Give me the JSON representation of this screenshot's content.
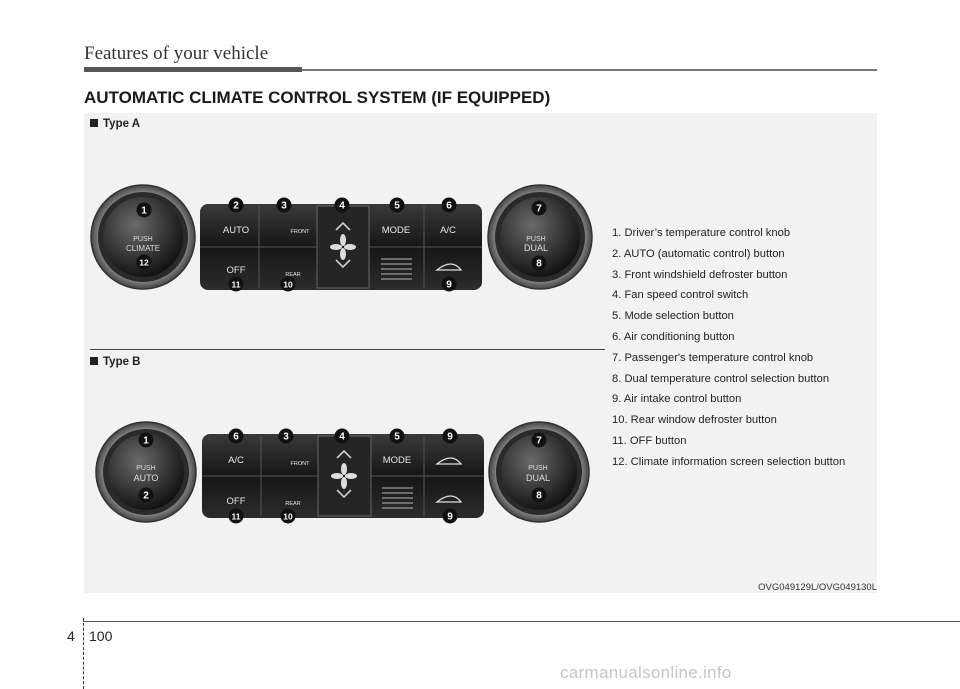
{
  "header": {
    "section": "Features of your vehicle"
  },
  "heading": "AUTOMATIC CLIMATE CONTROL SYSTEM (IF EQUIPPED)",
  "type_a": {
    "label": "Type A",
    "left_knob": {
      "push": "PUSH",
      "text": "CLIMATE"
    },
    "right_knob": {
      "push": "PUSH",
      "text": "DUAL"
    },
    "buttons_top": [
      "AUTO",
      "FRONT",
      "MODE",
      "A/C"
    ],
    "buttons_bottom": [
      "OFF",
      "REAR"
    ],
    "callouts": [
      "1",
      "2",
      "3",
      "4",
      "5",
      "6",
      "7",
      "8",
      "9",
      "10",
      "11",
      "12"
    ]
  },
  "type_b": {
    "label": "Type B",
    "left_knob": {
      "push": "PUSH",
      "text": "AUTO"
    },
    "right_knob": {
      "push": "PUSH",
      "text": "DUAL"
    },
    "buttons_top": [
      "A/C",
      "FRONT",
      "MODE"
    ],
    "buttons_bottom": [
      "OFF",
      "REAR"
    ],
    "callouts": [
      "1",
      "2",
      "3",
      "4",
      "5",
      "6",
      "7",
      "8",
      "9",
      "10",
      "11"
    ]
  },
  "legend": [
    "1. Driver’s temperature control knob",
    "2. AUTO (automatic control) button",
    "3. Front windshield defroster button",
    "4. Fan speed control switch",
    "5. Mode selection button",
    "6. Air conditioning button",
    "7. Passenger's temperature control knob",
    "8. Dual temperature control selection button",
    "9. Air intake control button",
    "10. Rear window defroster button",
    "11. OFF button",
    "12. Climate information screen selection button"
  ],
  "image_code": "OVG049129L/OVG049130L",
  "footer": {
    "chapter": "4",
    "page": "100"
  },
  "watermark": "carmanualsonline.info"
}
